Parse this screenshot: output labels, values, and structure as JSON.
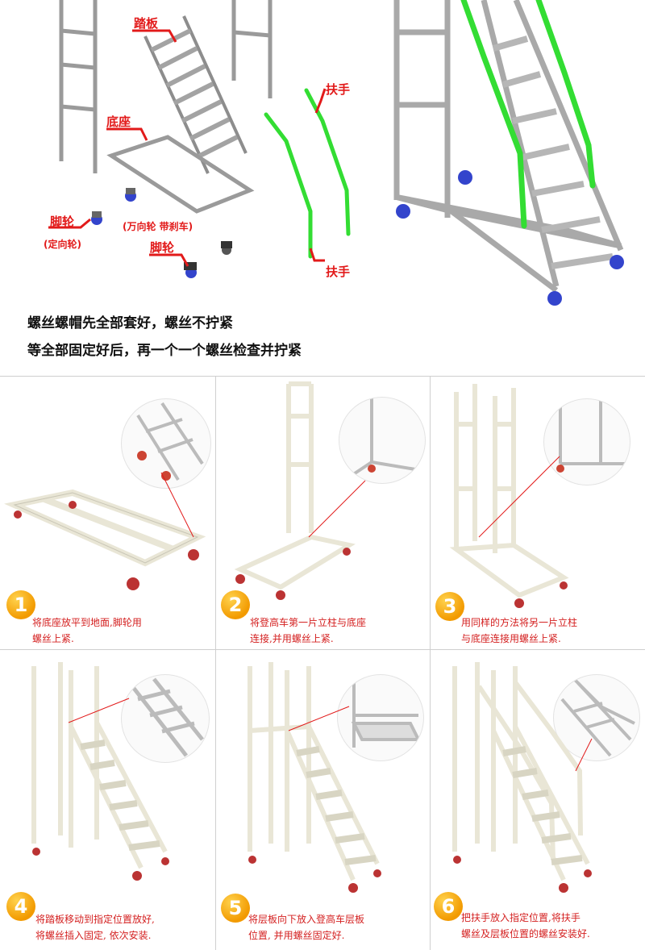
{
  "top_labels": {
    "tread": "踏板",
    "base": "底座",
    "handrail_upper": "扶手",
    "handrail_lower": "扶手",
    "caster_fixed": "脚轮",
    "caster_fixed_note": "(定向轮)",
    "caster_swivel_note": "(万向轮 带刹车)",
    "caster_swivel": "脚轮"
  },
  "instructions": [
    "螺丝螺帽先全部套好，螺丝不拧紧",
    "等全部固定好后，再一个一个螺丝检查并拧紧"
  ],
  "steps": [
    {
      "num": "1",
      "text_line1": "将底座放平到地面,脚轮用",
      "text_line2": "螺丝上紧."
    },
    {
      "num": "2",
      "text_line1": "将登高车第一片立柱与底座",
      "text_line2": "连接,并用螺丝上紧."
    },
    {
      "num": "3",
      "text_line1": "用同样的方法将另一片立柱",
      "text_line2": "与底座连接用螺丝上紧."
    },
    {
      "num": "4",
      "text_line1": "将踏板移动到指定位置放好,",
      "text_line2": "将螺丝插入固定, 依次安装."
    },
    {
      "num": "5",
      "text_line1": "将层板向下放入登高车层板",
      "text_line2": "位置, 并用螺丝固定好."
    },
    {
      "num": "6",
      "text_line1": "把扶手放入指定位置,将扶手",
      "text_line2": "螺丝及层板位置的螺丝安装好."
    }
  ],
  "colors": {
    "label_red": "#e21a1a",
    "rail_green": "#33dd33",
    "frame": "#e9e6d6",
    "badge": "#f29a00"
  }
}
